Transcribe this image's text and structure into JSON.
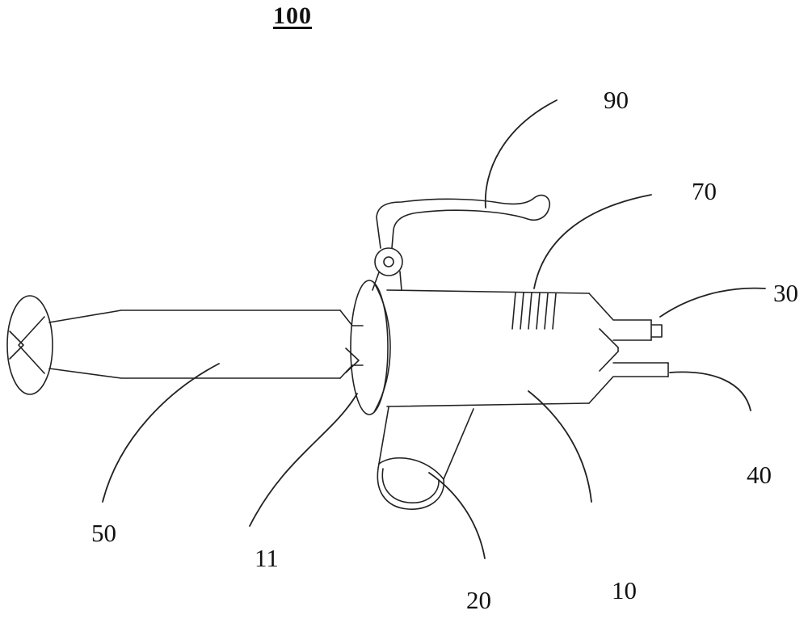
{
  "figure": {
    "title": "100",
    "labels": [
      {
        "id": "90",
        "text": "90"
      },
      {
        "id": "70",
        "text": "70"
      },
      {
        "id": "30",
        "text": "30"
      },
      {
        "id": "40",
        "text": "40"
      },
      {
        "id": "50",
        "text": "50"
      },
      {
        "id": "11",
        "text": "11"
      },
      {
        "id": "20",
        "text": "20"
      },
      {
        "id": "10",
        "text": "10"
      }
    ]
  },
  "style": {
    "ink": "#222222",
    "background": "#ffffff"
  }
}
